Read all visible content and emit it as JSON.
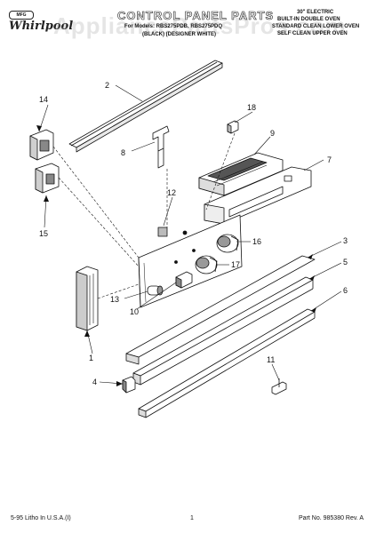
{
  "header": {
    "logo_badge": "MFG",
    "logo_text": "Whirlpool",
    "title": "CONTROL PANEL PARTS",
    "model_line": "For Models: RBS275PDB, RBS275PDQ",
    "color_line": "(BLACK)   (DESIGNER WHITE)",
    "spec_lines": [
      "30\" ELECTRIC",
      "BUILT-IN DOUBLE OVEN",
      "STANDARD CLEAN LOWER OVEN",
      "SELF CLEAN UPPER OVEN"
    ],
    "watermark": "AppliancePartsPros.com"
  },
  "callouts": [
    "1",
    "2",
    "3",
    "4",
    "5",
    "6",
    "7",
    "8",
    "9",
    "10",
    "11",
    "12",
    "13",
    "14",
    "15",
    "16",
    "17",
    "18"
  ],
  "footer": {
    "litho": "5-95 Litho In U.S.A.(I)",
    "page_number": "1",
    "part_number": "Part No. 985380 Rev. A"
  }
}
